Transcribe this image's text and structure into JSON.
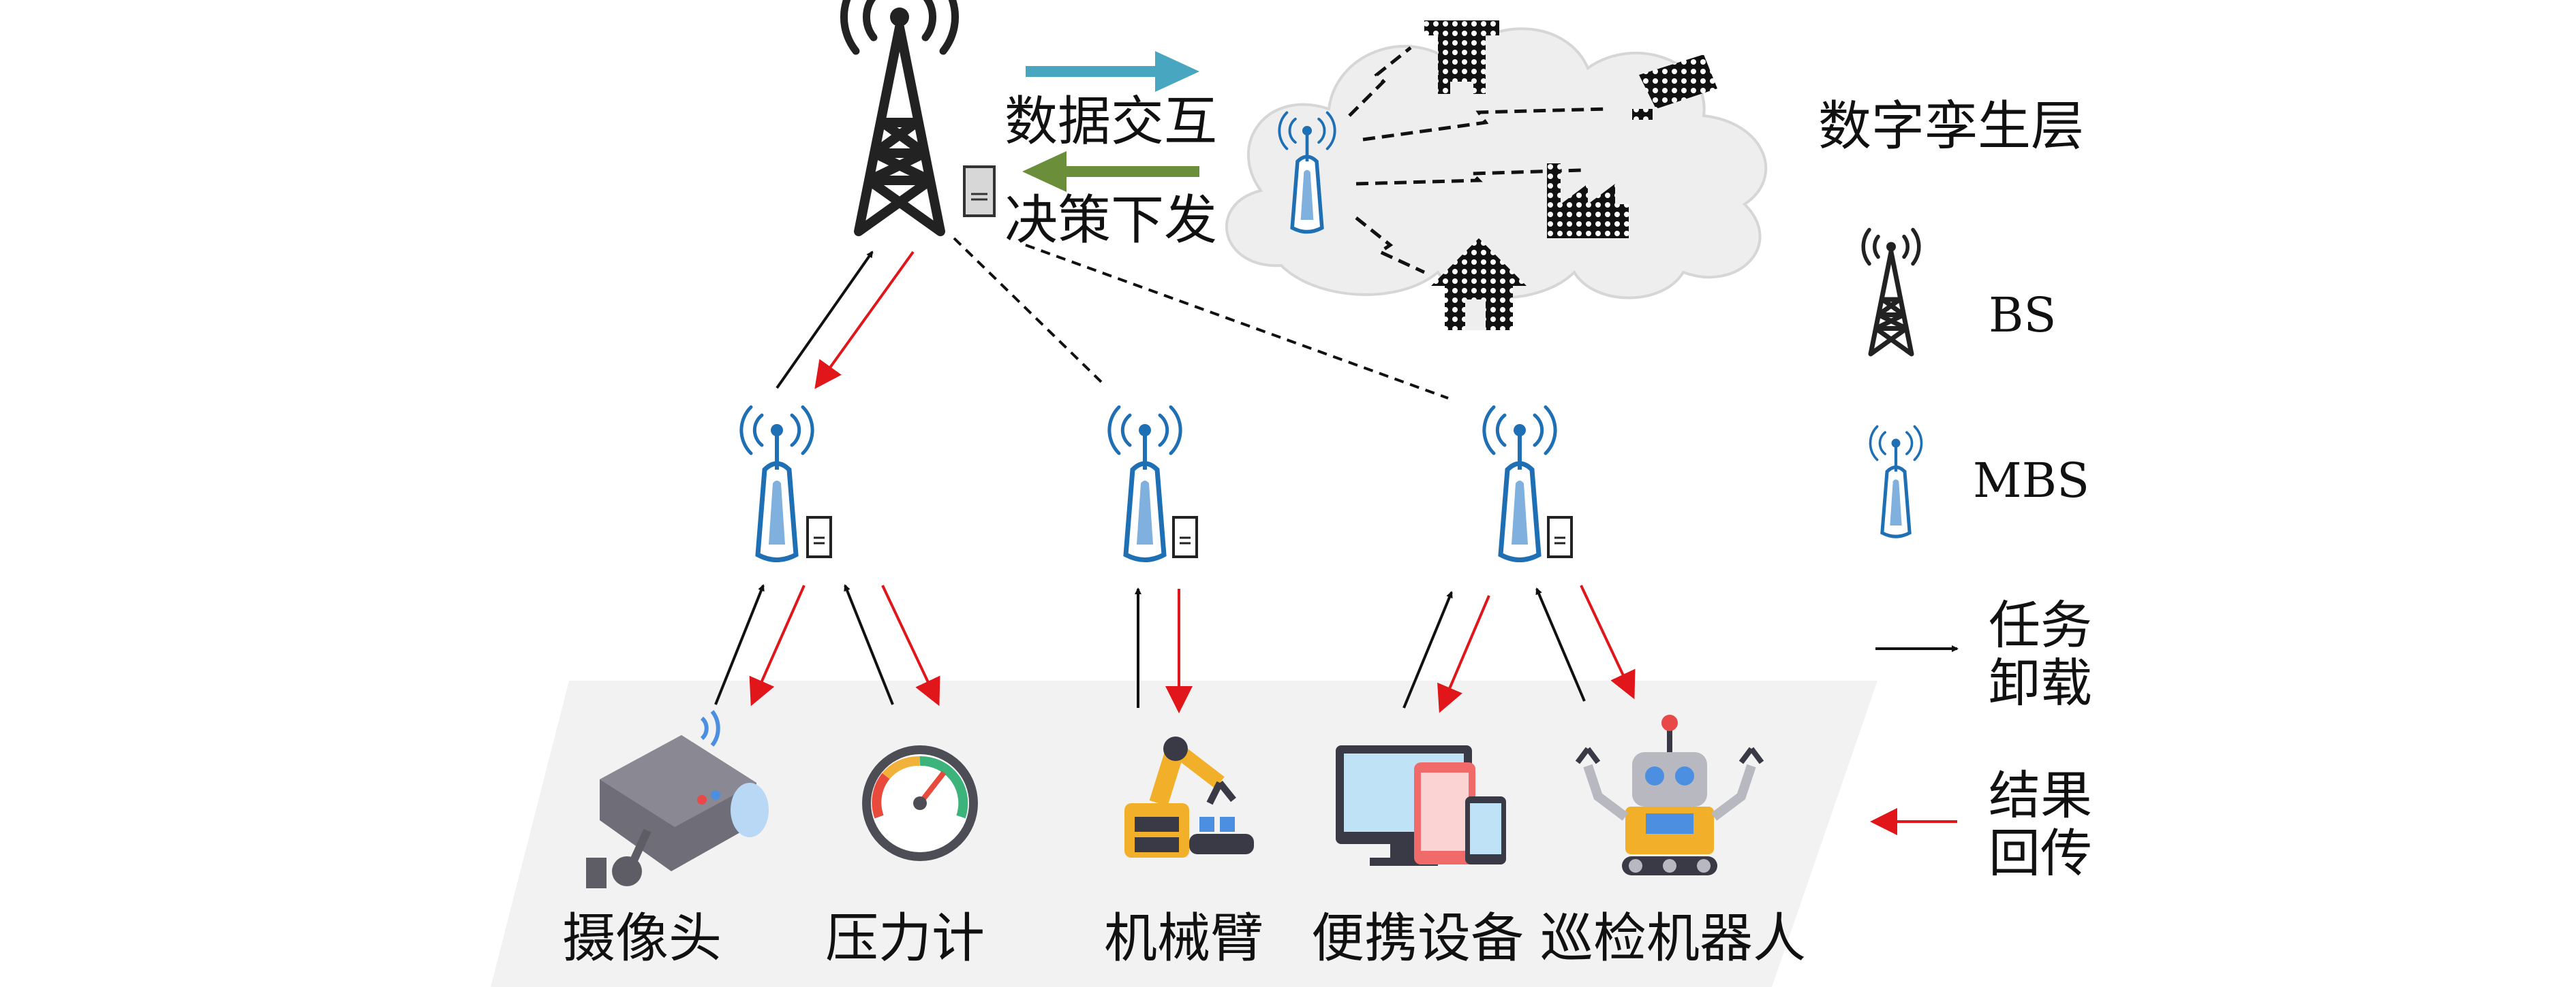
{
  "arrows": {
    "interaction_label": "数据交互",
    "decision_label": "决策下发"
  },
  "twin_layer": {
    "label": "数字孪生层"
  },
  "devices": {
    "camera": "摄像头",
    "pressure_gauge": "压力计",
    "robot_arm": "机械臂",
    "portable": "便携设备",
    "patrol_robot": "巡检机器人"
  },
  "legend": {
    "bs": "BS",
    "mbs": "MBS",
    "offload_line1": "任务",
    "offload_line2": "卸载",
    "return_line1": "结果",
    "return_line2": "回传"
  },
  "colors": {
    "offload_arrow": "#111111",
    "return_arrow": "#e0161b",
    "interaction_arrow": "#49a6c0",
    "decision_arrow": "#6b8e3a",
    "platform": "#f2f2f2",
    "cloud": "#eeeeee",
    "mbs_blue": "#1f6fb5"
  },
  "icons": [
    "bs-tower-icon",
    "server-icon",
    "mbs-icon",
    "cloud-icon",
    "camera-icon",
    "pressure-gauge-icon",
    "robot-arm-icon",
    "portable-devices-icon",
    "patrol-robot-icon",
    "drone-icon",
    "cctv-icon",
    "factory-icon",
    "house-icon"
  ]
}
